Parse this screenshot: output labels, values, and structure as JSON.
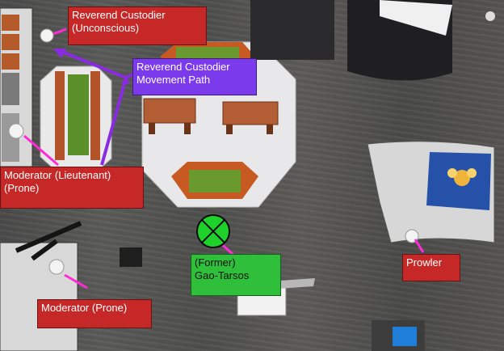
{
  "labels": {
    "reverend_unconscious": "Reverend Custodier\n(Unconscious)",
    "reverend_path": "Reverend Custodier\nMovement Path",
    "moderator_lieutenant": "Moderator (Lieutenant)\n(Prone)",
    "moderator_prone": "Moderator (Prone)",
    "gao_tarsos": "(Former)\nGao-Tarsos",
    "prowler": "Prowler"
  },
  "colors": {
    "label_red": "#c62828",
    "label_purple": "#7c3aed",
    "label_green": "#2fbf3a",
    "pointer_magenta": "#ff2bd6",
    "path_purple": "#8a2be2",
    "marker_green": "#1fd12b"
  },
  "icons": {
    "objective_marker": "green-crossed-circle-icon"
  }
}
